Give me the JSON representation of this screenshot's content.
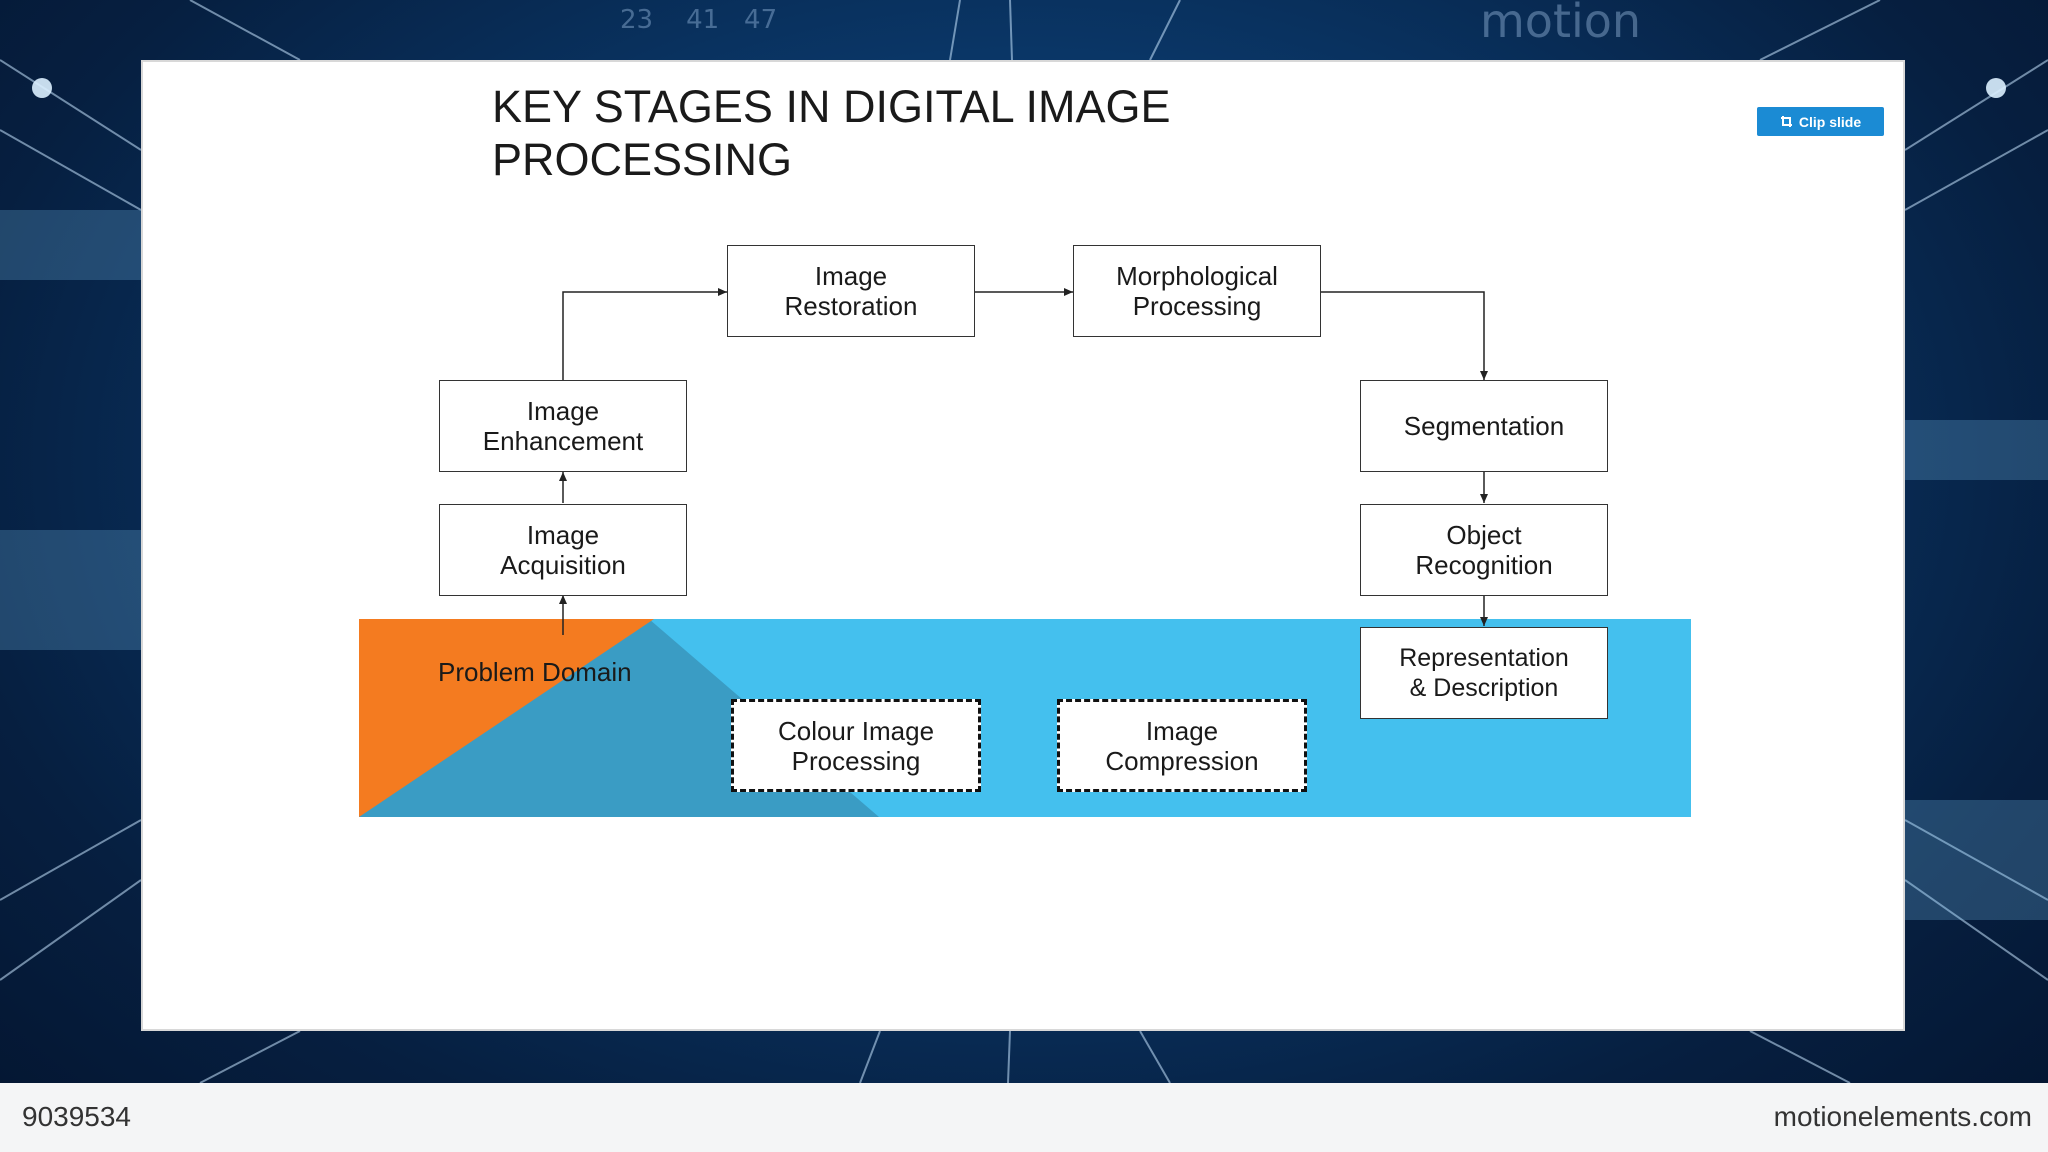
{
  "slide": {
    "title": "KEY STAGES IN DIGITAL IMAGE\nPROCESSING",
    "clip_button": "Clip slide",
    "clip_icon": "clip-icon",
    "problem_domain": "Problem Domain",
    "nodes": {
      "image_acquisition": "Image\nAcquisition",
      "image_enhancement": "Image\nEnhancement",
      "image_restoration": "Image\nRestoration",
      "morphological_processing": "Morphological\nProcessing",
      "segmentation": "Segmentation",
      "object_recognition": "Object\nRecognition",
      "representation_description": "Representation\n& Description",
      "colour_image_processing": "Colour Image\nProcessing",
      "image_compression": "Image\nCompression"
    },
    "colors": {
      "domain_blue": "#44c0ee",
      "domain_orange": "#f47b20",
      "domain_shadow": "#3a9cc4",
      "button": "#1b8bd4"
    }
  },
  "footer": {
    "stock_id": "9039534",
    "site": "motionelements.com"
  }
}
